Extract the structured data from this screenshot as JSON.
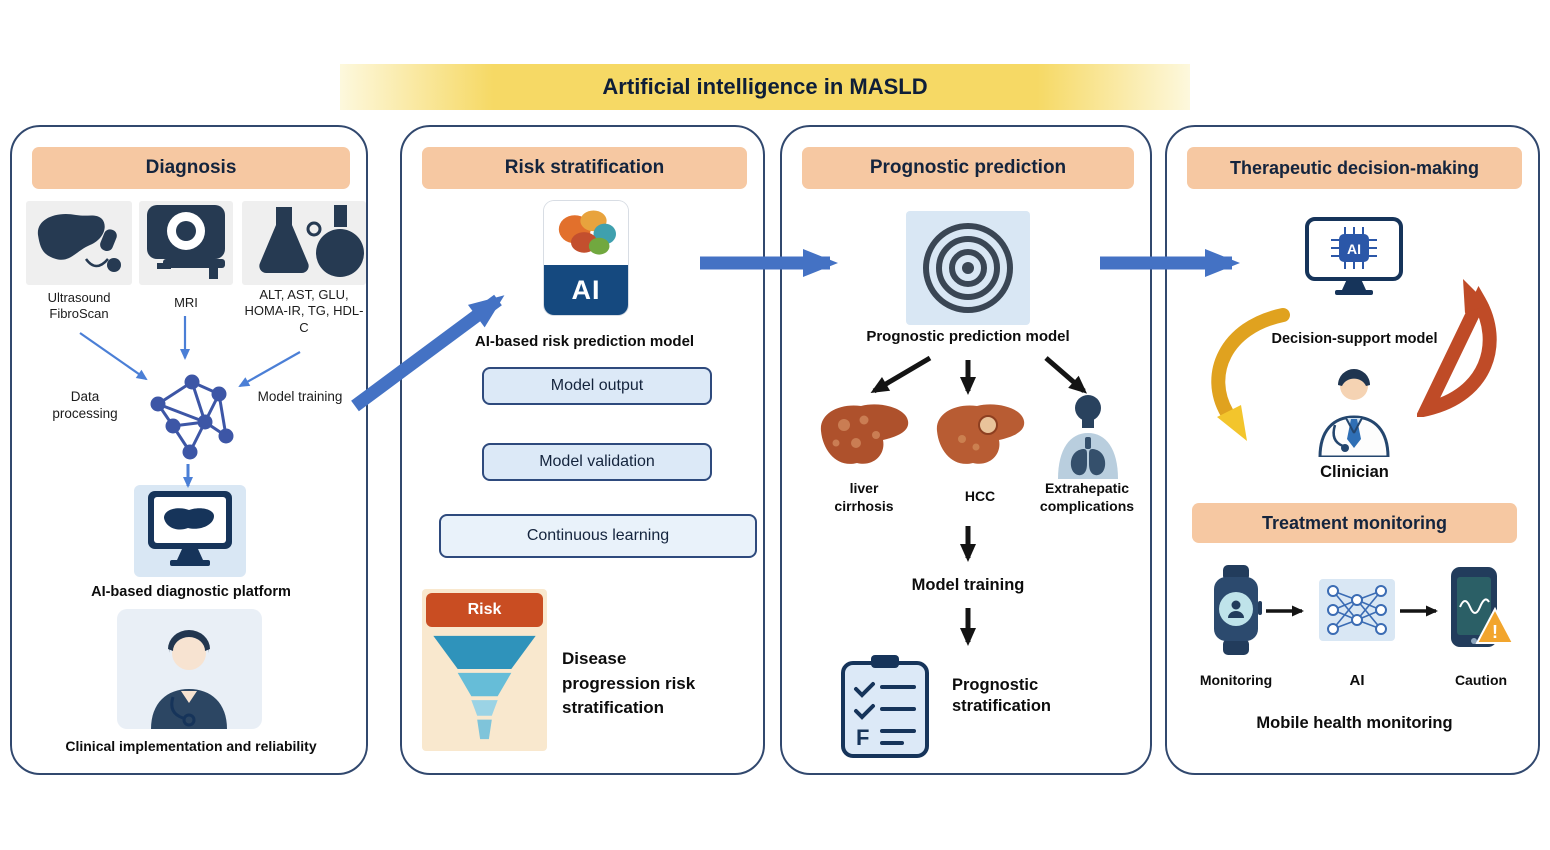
{
  "title": "Artificial intelligence in MASLD",
  "colors": {
    "panel_border": "#31486e",
    "section_header_bg": "#f6c8a2",
    "flow_arrow_blue": "#4472c4",
    "risk_red": "#c94d22",
    "banner_yellow": "#f6d965"
  },
  "diagnosis": {
    "header": "Diagnosis",
    "ultrasound_label": "Ultrasound FibroScan",
    "mri_label": "MRI",
    "labs_label": "ALT, AST, GLU, HOMA-IR, TG, HDL-C",
    "data_processing_label": "Data processing",
    "model_training_label": "Model training",
    "platform_label": "AI-based diagnostic platform",
    "clinical_label": "Clinical implementation and reliability"
  },
  "risk_stratification": {
    "header": "Risk stratification",
    "ai_badge": "AI",
    "model_label": "AI-based risk prediction model",
    "step1": "Model output",
    "step2": "Model validation",
    "step3": "Continuous learning",
    "funnel_title": "Risk",
    "result_label": "Disease progression risk stratification"
  },
  "prognostic": {
    "header": "Prognostic prediction",
    "model_label": "Prognostic prediction model",
    "outcome_liver_cirrhosis": "liver cirrhosis",
    "outcome_hcc": "HCC",
    "outcome_extrahepatic": "Extrahepatic complications",
    "training_label": "Model training",
    "result_label": "Prognostic stratification",
    "clipboard_letter": "F"
  },
  "therapeutic": {
    "header": "Therapeutic decision-making",
    "chip_label": "AI",
    "decision_model_label": "Decision-support model",
    "clinician_label": "Clinician",
    "monitoring_header": "Treatment monitoring",
    "monitoring_label": "Monitoring",
    "ai_label": "AI",
    "caution_label": "Caution",
    "warning_glyph": "!",
    "mobile_label": "Mobile health monitoring"
  },
  "icons": {
    "ultrasound-icon": "liver-with-probe",
    "mri-icon": "mri-scanner",
    "lab-tests-icon": "flasks",
    "network-icon": "graph-nodes",
    "diagnostic-platform-icon": "monitor-with-liver",
    "doctor-icon": "doctor",
    "ai-brain-icon": "colored-brain",
    "risk-funnel-icon": "funnel",
    "target-icon": "concentric-circles",
    "liver-cirrhosis-icon": "liver",
    "hcc-icon": "liver-with-tumor",
    "extrahepatic-icon": "person-with-lungs",
    "clipboard-icon": "checklist",
    "decision-monitor-icon": "monitor-ai-chip",
    "clinician-icon": "clinician",
    "cycle-arrows-icon": "circular-arrows",
    "smartwatch-icon": "smartwatch",
    "ai-network-icon": "neural-network",
    "caution-phone-icon": "phone-warning"
  }
}
